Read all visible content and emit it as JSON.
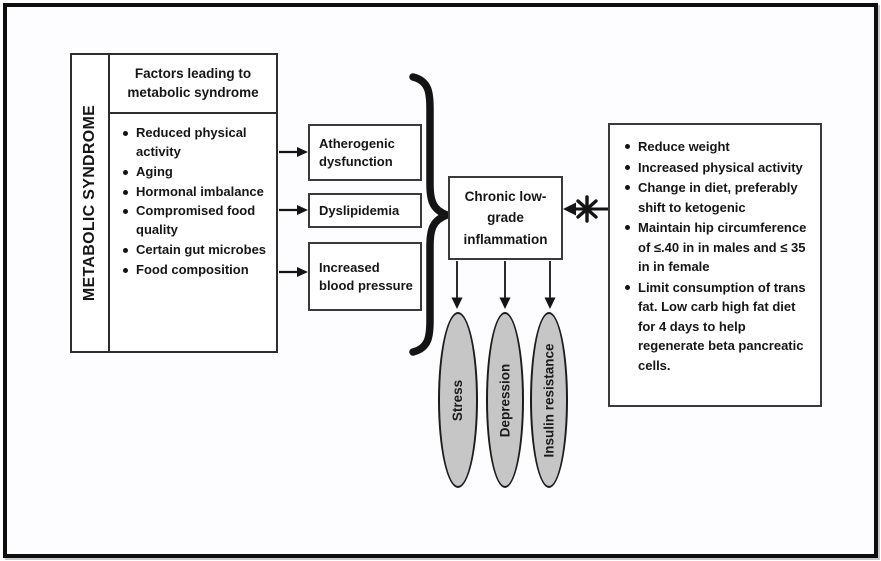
{
  "diagram": {
    "left_panel": {
      "vertical_label": "METABOLIC SYNDROME",
      "header": "Factors leading to metabolic syndrome",
      "factors": [
        "Reduced physical activity",
        "Aging",
        "Hormonal imbalance",
        "Compromised food quality",
        "Certain gut microbes",
        "Food composition"
      ]
    },
    "mediators": [
      {
        "label": "Atherogenic dysfunction"
      },
      {
        "label": "Dyslipidemia"
      },
      {
        "label": "Increased blood pressure"
      }
    ],
    "central_node": {
      "label": "Chronic low-grade inflammation"
    },
    "outcomes": [
      {
        "label": "Stress"
      },
      {
        "label": "Depression"
      },
      {
        "label": "Insulin resistance"
      }
    ],
    "interventions": [
      "Reduce weight",
      "Increased physical activity",
      "Change in diet, preferably shift to ketogenic",
      "Maintain hip circumference of ≤.40 in in males and ≤ 35 in in female",
      "Limit consumption of trans fat. Low carb high fat diet for 4 days to help regenerate beta pancreatic cells."
    ],
    "colors": {
      "outcome_fill": "#c6c6c6",
      "line": "#141414",
      "background": "#fdfcfe"
    }
  }
}
